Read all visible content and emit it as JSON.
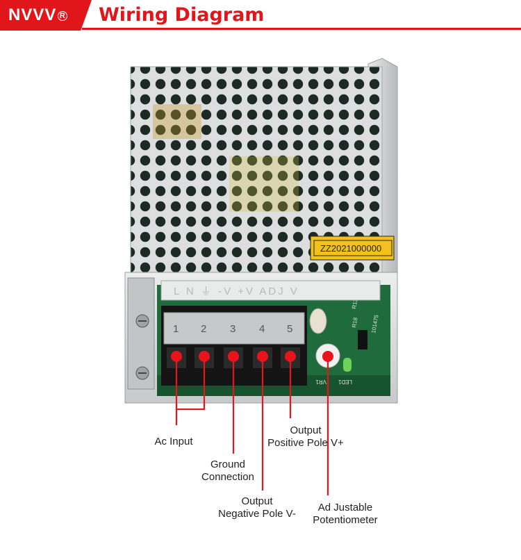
{
  "header": {
    "brand": "NVVV",
    "brand_mark": "R",
    "title": "Wiring Diagram"
  },
  "device": {
    "sticker_code": "ZZ2021000000",
    "terminal_numbers": [
      "1",
      "2",
      "3",
      "4",
      "5"
    ],
    "board_marks": [
      "R13",
      "R18",
      "101475",
      "VR1",
      "LED1"
    ],
    "terminal_cover_text": "L N ⏚ -V +V ADJ V"
  },
  "callouts": {
    "ac_input": [
      "Ac Input"
    ],
    "ground": [
      "Ground",
      "Connection"
    ],
    "neg": [
      "Output",
      "Negative Pole V-"
    ],
    "pos": [
      "Output",
      "Positive Pole V+"
    ],
    "pot": [
      "Ad Justable",
      "Potentiometer"
    ]
  },
  "colors": {
    "accent": "#e0161b",
    "marker": "#e8141c",
    "pcb": "#1f6b3c",
    "metal": "#d9dbdc"
  }
}
